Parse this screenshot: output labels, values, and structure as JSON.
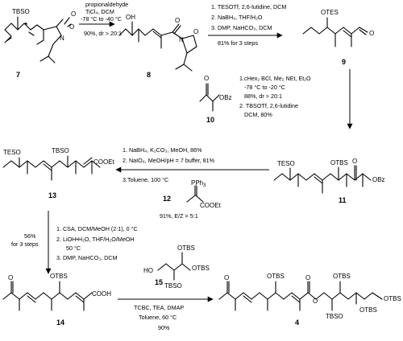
{
  "compounds": {
    "c7": {
      "number": "7",
      "labels": {
        "tbso": "TBSO",
        "o_carbonyl": "O",
        "o_ring": "O",
        "n": "N"
      }
    },
    "c8": {
      "number": "8",
      "labels": {
        "oh": "OH",
        "o_carbonyl": "O",
        "o_ring": "O",
        "n": "N"
      }
    },
    "c9": {
      "number": "9",
      "labels": {
        "otes": "OTES",
        "o_ald": "O"
      }
    },
    "c10": {
      "number": "10",
      "labels": {
        "o_ketone": "O",
        "obz": "OBz"
      }
    },
    "c11": {
      "number": "11",
      "labels": {
        "teso": "TESO",
        "otbs": "OTBS",
        "o_ketone": "O",
        "obz": "OBz"
      }
    },
    "c12": {
      "number": "12",
      "labels": {
        "pph3": "PPh",
        "pph3_sub": "3",
        "cooet": "COOEt"
      }
    },
    "c13": {
      "number": "13",
      "labels": {
        "teso": "TESO",
        "otbs": "TBSO",
        "cooet": "COOEt"
      }
    },
    "c14": {
      "number": "14",
      "labels": {
        "o_ketone": "O",
        "otbs": "OTBS",
        "cooh": "COOH"
      }
    },
    "c15": {
      "number": "15",
      "labels": {
        "ho": "HO",
        "otbs_top": "OTBS",
        "otbs_right": "OTBS",
        "tbso": "TBSO"
      }
    },
    "c4": {
      "number": "4",
      "labels": {
        "o_ketone": "O",
        "otbs1": "OTBS",
        "o_ester_carbonyl": "O",
        "o_ester": "O",
        "otbs2": "OTBS",
        "otbs3": "OTBS",
        "tbso": "TBSO",
        "otbs4": "OTBS"
      }
    }
  },
  "steps": {
    "s1": {
      "above": [
        "propionaldehyde",
        "TiCl₄, DCM",
        "-78 °C to -40 °C"
      ],
      "below": [
        "90%,  dr > 20:1"
      ]
    },
    "s2": {
      "above": [
        "1. TESOTf, 2,6-lutidine, DCM",
        "2. NaBH₄, THF/H₂O",
        "3. DMP, NaHCO₃, DCM"
      ],
      "below": [
        "81% for 3 steps"
      ]
    },
    "s3": {
      "right": [
        "1.cHex₂ BCl, Me₂ NEt, Et₂O",
        "-78 °C to -20 °C",
        "88%, dr > 20:1",
        "2. TBSOTf, 2,6-lutidine",
        "DCM, 80%"
      ]
    },
    "s4": {
      "above": [
        "1. NaBH₄, K₂CO₃, MeOH, 86%",
        "2. NaIO₄, MeOH/pH = 7 buffer, 81%"
      ],
      "below": [
        "3.Toluene, 100 °C"
      ],
      "yield": "91%, E/Z = 5:1"
    },
    "s5": {
      "left": [
        "56%",
        "for 3 steps"
      ],
      "right": [
        "1. CSA, DCM/MeOH (2:1), 0 °C",
        "2. LiOH•H₂O, THF/H₂O/MeOH",
        "50 °C",
        "3. DMP, NaHCO₃, DCM"
      ]
    },
    "s6": {
      "below": [
        "TCBC, TEA, DMAP",
        "Toluene, 60 °C",
        "90%"
      ]
    }
  }
}
